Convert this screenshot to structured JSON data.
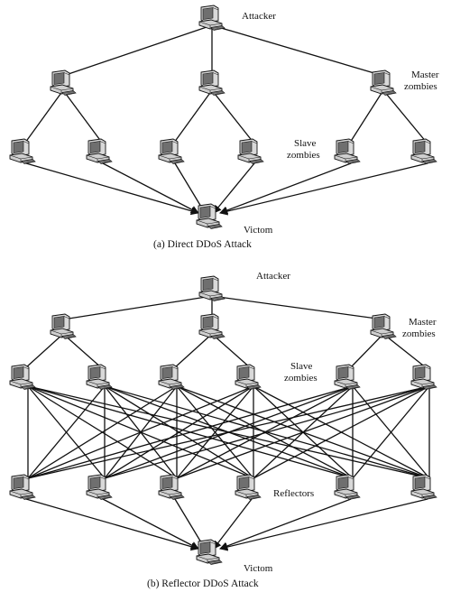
{
  "panel_a": {
    "caption": "(a) Direct DDoS Attack",
    "labels": {
      "attacker": "Attacker",
      "master_line1": "Master",
      "master_line2": "zombies",
      "slave_line1": "Slave",
      "slave_line2": "zombies",
      "victim": "Victom"
    }
  },
  "panel_b": {
    "caption": "(b) Reflector DDoS Attack",
    "labels": {
      "attacker": "Attacker",
      "master_line1": "Master",
      "master_line2": "zombies",
      "slave_line1": "Slave",
      "slave_line2": "zombies",
      "reflectors": "Reflectors",
      "victim": "Victom"
    }
  },
  "icon": "computer-icon",
  "colors": {
    "ink": "#111111",
    "screen": "#6f6f6f"
  }
}
